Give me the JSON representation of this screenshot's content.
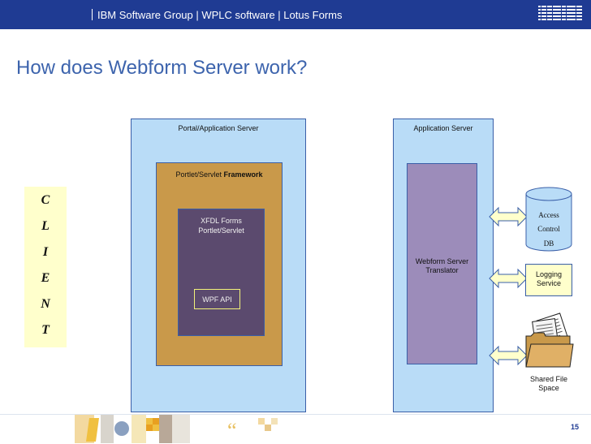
{
  "header": {
    "breadcrumb": "IBM Software Group | WPLC software | Lotus Forms",
    "logo_text": "IBM"
  },
  "slide": {
    "title": "How does Webform Server work?",
    "page_number": "15"
  },
  "client": {
    "letters": [
      "C",
      "L",
      "I",
      "E",
      "N",
      "T"
    ]
  },
  "portal_server": {
    "label": "Portal/Application Server",
    "framework_label_prefix": "Portlet/Servlet ",
    "framework_label_bold": "Framework",
    "xfdl_line1": "XFDL Forms",
    "xfdl_line2": "Portlet/Servlet",
    "wpf_api": "WPF API"
  },
  "app_server": {
    "label": "Application Server",
    "translator_line1": "Webform Server",
    "translator_line2": "Translator"
  },
  "services": {
    "access_line1": "Access",
    "access_line2": "Control",
    "access_line3": "DB",
    "logging_line1": "Logging",
    "logging_line2": "Service",
    "shared_line1": "Shared File",
    "shared_line2": "Space"
  },
  "colors": {
    "header_blue": "#1f3b93",
    "title_blue": "#3d64ad",
    "server_bg": "#b9dcf7",
    "framework_bg": "#c9994a",
    "portlet_bg": "#5b4a6e",
    "translator_bg": "#9c8cba",
    "client_bg": "#ffffcc",
    "arrow_fill": "#ffffcc",
    "db_fill": "#b9dcf7"
  }
}
